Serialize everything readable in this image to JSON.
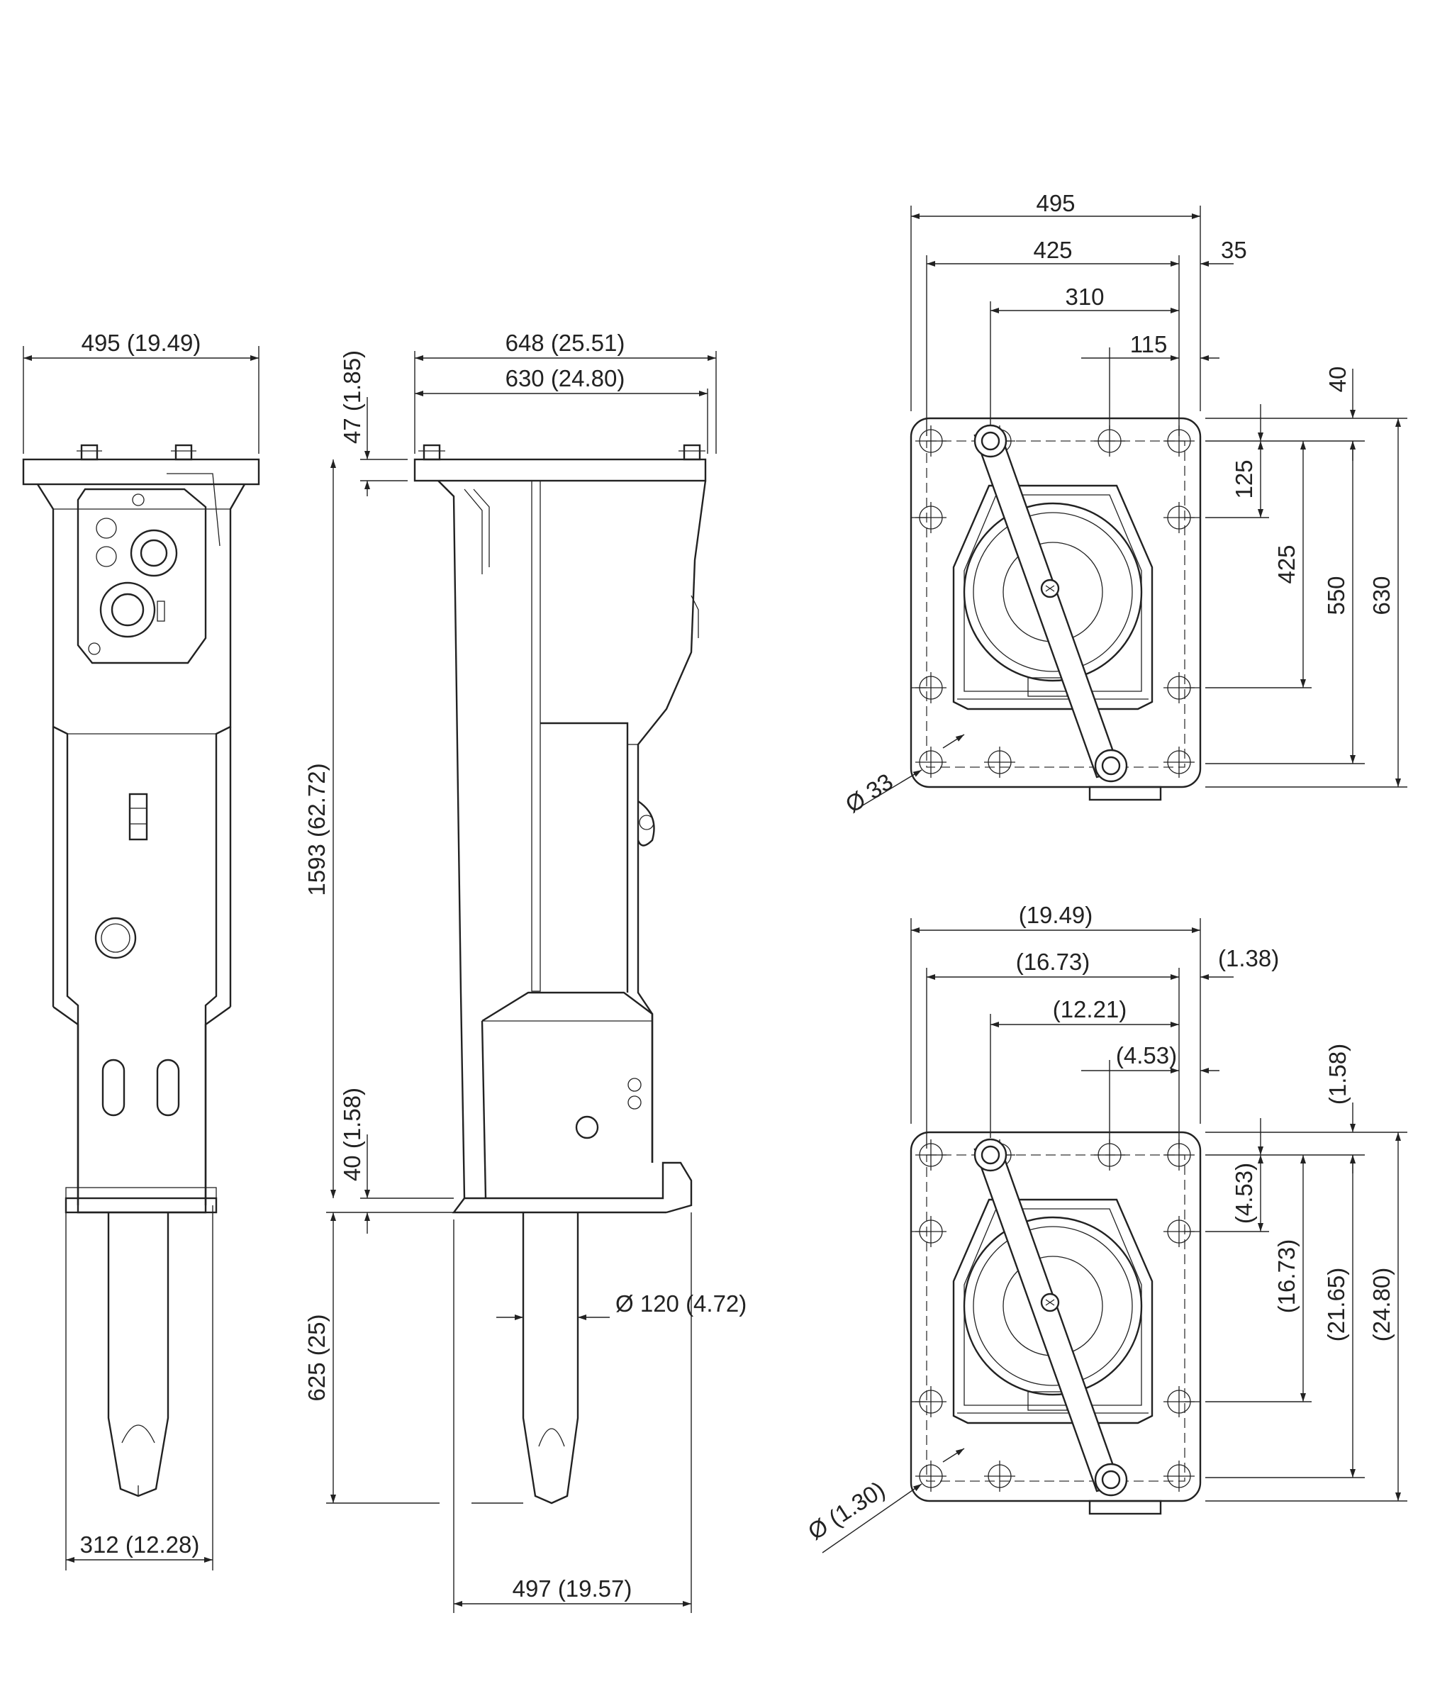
{
  "front_view": {
    "top_width": "495 (19.49)",
    "bottom_width": "312 (12.28)"
  },
  "side_view": {
    "plate_width": "648 (25.51)",
    "body_width": "630 (24.80)",
    "top_plate_height": "47 (1.85)",
    "body_height": "1593 (62.72)",
    "base_plate_height": "40 (1.58)",
    "tool_length": "625 (25)",
    "tool_diameter": "Ø 120 (4.72)",
    "base_width": "497 (19.57)"
  },
  "plate_mm": {
    "w_495": "495",
    "w_425": "425",
    "w_35": "35",
    "w_310": "310",
    "w_115": "115",
    "h_40": "40",
    "h_125": "125",
    "h_425": "425",
    "h_550": "550",
    "h_630": "630",
    "hole_dia": "Ø 33"
  },
  "plate_in": {
    "w_1949": "(19.49)",
    "w_1673": "(16.73)",
    "w_138": "(1.38)",
    "w_1221": "(12.21)",
    "w_453": "(4.53)",
    "h_158": "(1.58)",
    "h_453": "(4.53)",
    "h_1673": "(16.73)",
    "h_2165": "(21.65)",
    "h_2480": "(24.80)",
    "hole_dia": "Ø (1.30)"
  }
}
